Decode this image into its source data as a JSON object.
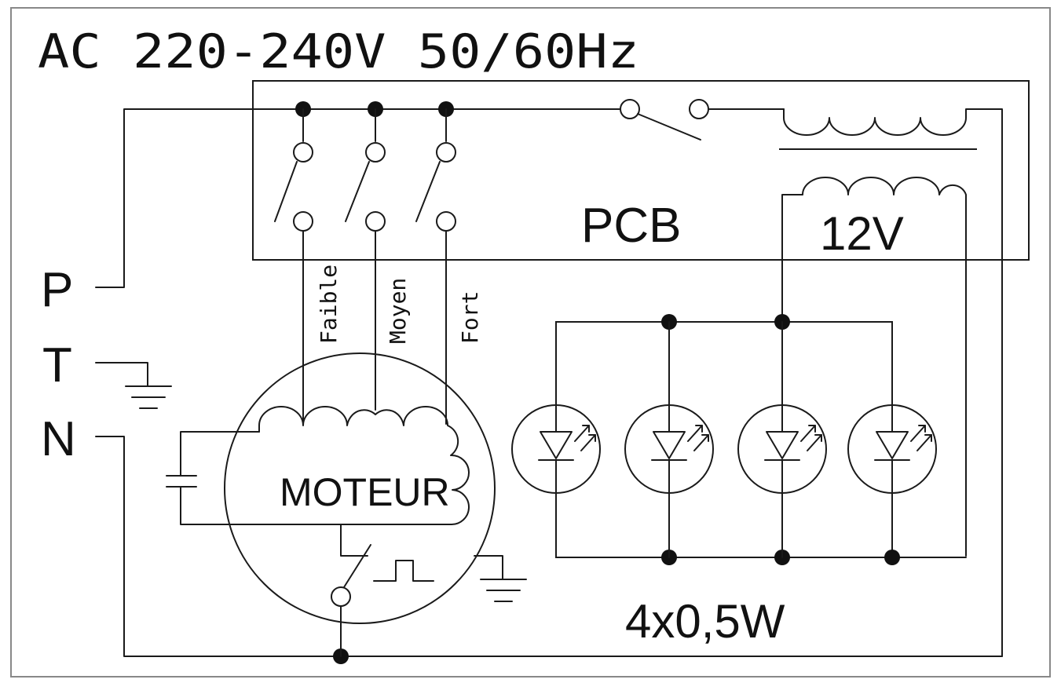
{
  "diagram": {
    "title": "AC 220-240V 50/60Hz",
    "pcb_label": "PCB",
    "transformer_output": "12V",
    "terminals": [
      "P",
      "T",
      "N"
    ],
    "speeds": [
      "Faible",
      "Moyen",
      "Fort"
    ],
    "motor_label": "MOTEUR",
    "led_spec": "4x0,5W"
  }
}
